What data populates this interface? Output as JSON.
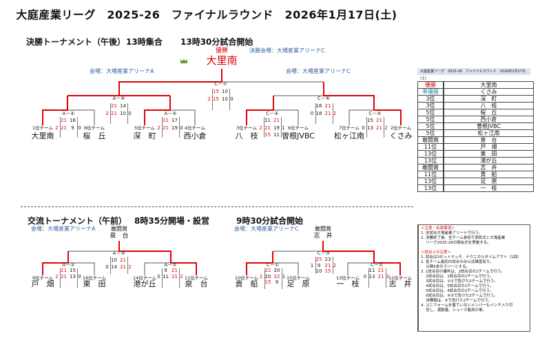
{
  "title": "大庭産業リーグ　2025-26　ファイナルラウンド　2026年1月17日(土)",
  "final": {
    "heading": "決勝トーナメント（午後）",
    "assembly": "13時集合",
    "start": "13時30分試合開始",
    "champion_label": "優勝",
    "champion": "大里南",
    "final_venue": "決勝会場：大場産業アリーナC",
    "venue_left": "会場：大場産業アリーナA",
    "venue_right": "会場：大場産業アリーナC",
    "matches": {
      "a4": {
        "label": "A－④",
        "rows": [
          [
            "",
            "21",
            "16",
            ""
          ],
          [
            "2",
            "21",
            "9",
            "0"
          ]
        ]
      },
      "a6": {
        "label": "A－⑥",
        "rows": [
          [
            "",
            "21",
            "14",
            ""
          ],
          [
            "2",
            "21",
            "10",
            "0"
          ]
        ]
      },
      "a5": {
        "label": "A－⑤",
        "rows": [
          [
            "",
            "21",
            "17",
            ""
          ],
          [
            "2",
            "21",
            "19",
            "0"
          ]
        ]
      },
      "c7": {
        "label": "C－⑦",
        "rows": [
          [
            "",
            "15",
            "10",
            ""
          ],
          [
            "2",
            "15",
            "10",
            "0"
          ]
        ]
      },
      "c4": {
        "label": "C－④",
        "rows": [
          [
            "",
            "11",
            "21",
            ""
          ],
          [
            "2",
            "21",
            "19",
            "1"
          ],
          [
            "",
            "15",
            "11",
            ""
          ]
        ]
      },
      "c6": {
        "label": "C－⑥",
        "rows": [
          [
            "",
            "16",
            "21",
            ""
          ],
          [
            "0",
            "18",
            "21",
            "2"
          ]
        ]
      },
      "c5": {
        "label": "C－⑤",
        "rows": [
          [
            "",
            "15",
            "21",
            ""
          ],
          [
            "0",
            "13",
            "21",
            "2"
          ]
        ]
      }
    },
    "teams": [
      {
        "seed": "1位チーム",
        "name": "大里南"
      },
      {
        "seed": "8位チーム",
        "name": "桜　丘"
      },
      {
        "seed": "5位チーム",
        "name": "深　町"
      },
      {
        "seed": "4位チーム",
        "name": "西小倉"
      },
      {
        "seed": "3位チーム",
        "name": "八　枝"
      },
      {
        "seed": "6位チーム",
        "name": "曽根JVBC"
      },
      {
        "seed": "7位チーム",
        "name": "松ヶ江南"
      },
      {
        "seed": "2位チーム",
        "name": "くさみ"
      }
    ]
  },
  "exchange": {
    "heading": "交流トーナメント（午前）",
    "open": "8時35分開場・設営",
    "start": "9時30分試合開始",
    "venue_left": "会場：大場産業アリーナA",
    "venue_right": "会場：大場産業アリーナC",
    "award_label_left": "敢闘賞",
    "award_left": "泉　台",
    "award_label_right": "敢闘賞",
    "award_right": "志　井",
    "matches": {
      "a1": {
        "label": "A－①",
        "rows": [
          [
            "",
            "21",
            "15",
            ""
          ],
          [
            "2",
            "21",
            "13",
            "0"
          ]
        ]
      },
      "a3": {
        "label": "A－③",
        "rows": [
          [
            "",
            "10",
            "21",
            ""
          ],
          [
            "0",
            "14",
            "21",
            "2"
          ]
        ]
      },
      "a2": {
        "label": "A－②",
        "rows": [
          [
            "",
            "9",
            "21",
            ""
          ],
          [
            "0",
            "11",
            "21",
            "2"
          ]
        ]
      },
      "c1": {
        "label": "C－①",
        "rows": [
          [
            "",
            "22",
            "20",
            ""
          ],
          [
            "2",
            "20",
            "22",
            "1"
          ],
          [
            "",
            "15",
            "9",
            ""
          ]
        ]
      },
      "c3": {
        "label": "C－③",
        "rows": [
          [
            "",
            "25",
            "23",
            ""
          ],
          [
            "1",
            "9",
            "21",
            "2"
          ],
          [
            "",
            "10",
            "15",
            ""
          ]
        ]
      },
      "c2": {
        "label": "C－②",
        "rows": [
          [
            "",
            "11",
            "21",
            ""
          ],
          [
            "0",
            "13",
            "21",
            "2"
          ]
        ]
      }
    },
    "teams": [
      {
        "seed": "9位チーム",
        "name": "戸　畑"
      },
      {
        "seed": "16位チーム",
        "name": "東　田"
      },
      {
        "seed": "14位チーム",
        "name": "港が丘"
      },
      {
        "seed": "11位チーム",
        "name": "泉　台"
      },
      {
        "seed": "10位チーム",
        "name": "貴　船"
      },
      {
        "seed": "15位チーム",
        "name": "足　原"
      },
      {
        "seed": "13位チーム",
        "name": "一　枝"
      },
      {
        "seed": "12位チーム",
        "name": "志　井"
      }
    ]
  },
  "results": {
    "header": "大庭産業リーグ　2025-26　ファイナルラウンド　2026年1月17日(土)",
    "rows": [
      {
        "rank": "優勝",
        "team": "大里南",
        "color": "#e00000"
      },
      {
        "rank": "準優勝",
        "team": "くさみ",
        "color": "#2a8fb0"
      },
      {
        "rank": "3位",
        "team": "深　町"
      },
      {
        "rank": "3位",
        "team": "八　枝"
      },
      {
        "rank": "5位",
        "team": "桜　丘"
      },
      {
        "rank": "5位",
        "team": "西小倉"
      },
      {
        "rank": "5位",
        "team": "曽根JVBC"
      },
      {
        "rank": "5位",
        "team": "松ヶ江南"
      },
      {
        "rank": "敢闘賞",
        "team": "泉　台"
      },
      {
        "rank": "11位",
        "team": "戸　畑"
      },
      {
        "rank": "13位",
        "team": "東　田"
      },
      {
        "rank": "13位",
        "team": "港が丘"
      },
      {
        "rank": "敢闘賞",
        "team": "志　井"
      },
      {
        "rank": "11位",
        "team": "貴　船"
      },
      {
        "rank": "13位",
        "team": "足　原"
      },
      {
        "rank": "13位",
        "team": "一　枝"
      }
    ]
  },
  "notes": {
    "heading1": "＜注意・伝達事項＞",
    "items1": [
      "1. 全試合大場産業アリーナで行う。",
      "2. 決勝終了後、全チーム参加で表彰式と大場産業",
      "　 リーグ2025-26の閉会式を実施する。"
    ],
    "heading2": "＜試合上の注意＞",
    "items2": [
      "1. 試合は3セットマッチ、テクニカルタイムアウト（1回）",
      "2. 各チーム最初の試合のみ公式練習有り。",
      "　 以降6本のラリーとする。",
      "3. 1試合目の審判は、2試合目の2チームで行う。",
      "　 2試合目は、1試合目の2チームで行う。",
      "　 3試合目は、①②で負けた2チームで行う。",
      "　 4試合目は、5試合目の2チームで行う。",
      "　 5試合目は、4試合目の2チームで行う。",
      "　 6試合目は、④⑤で負けた2チームで行う。",
      "　 決勝戦は、⑥で負けた2チームで行う。",
      "4. ユニフォームを着ていないメンバーもベンチ入り可",
      "　 但し、運動着、シューズ着用の事。"
    ]
  }
}
